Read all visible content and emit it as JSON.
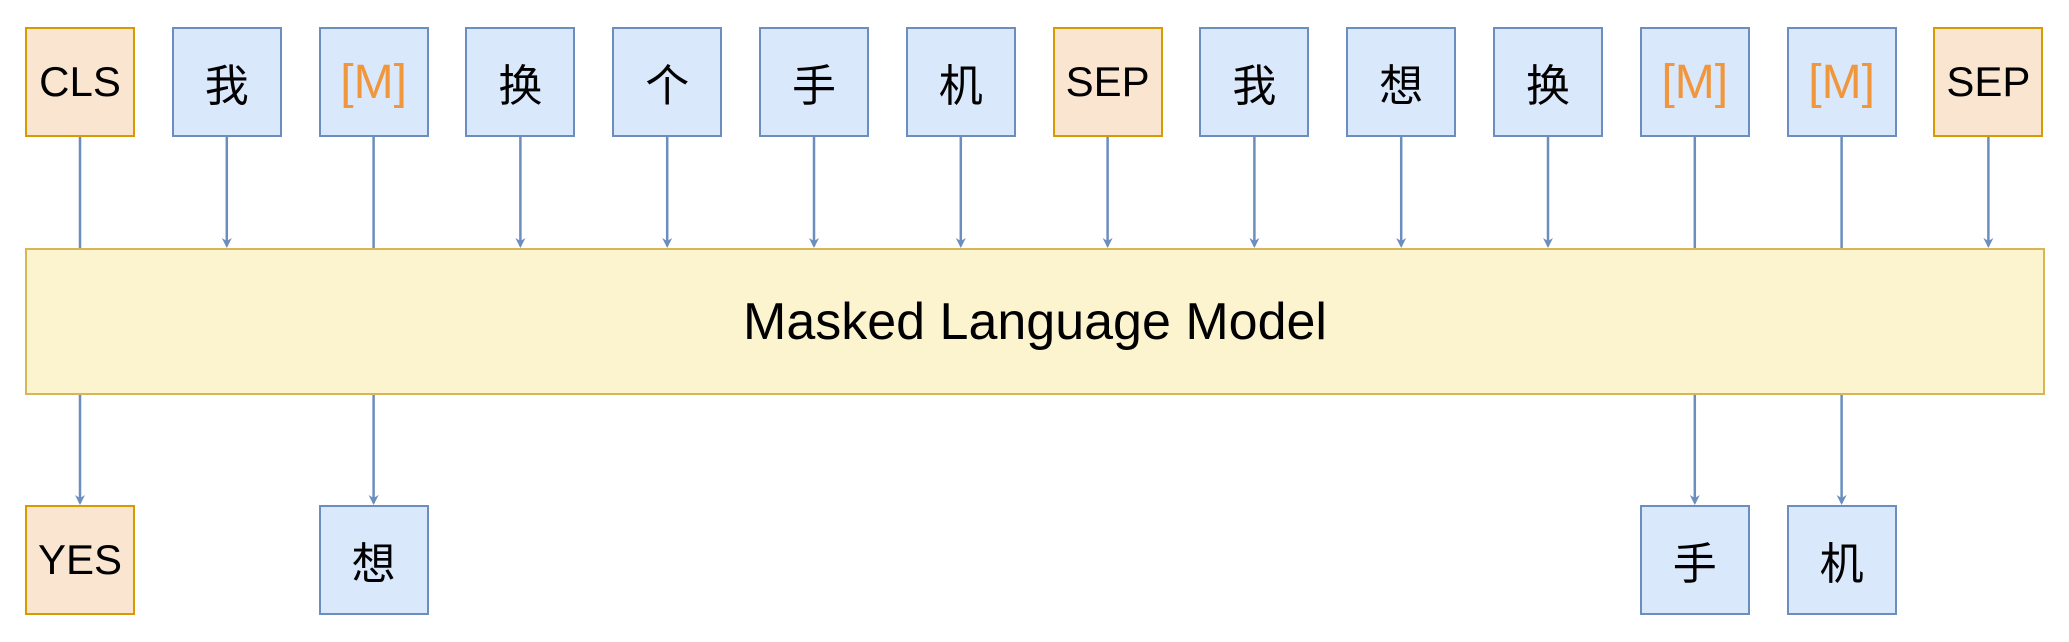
{
  "input_tokens": [
    {
      "text": "CLS",
      "kind": "special"
    },
    {
      "text": "我",
      "kind": "normal"
    },
    {
      "text": "[M]",
      "kind": "mask"
    },
    {
      "text": "换",
      "kind": "normal"
    },
    {
      "text": "个",
      "kind": "normal"
    },
    {
      "text": "手",
      "kind": "normal"
    },
    {
      "text": "机",
      "kind": "normal"
    },
    {
      "text": "SEP",
      "kind": "special"
    },
    {
      "text": "我",
      "kind": "normal"
    },
    {
      "text": "想",
      "kind": "normal"
    },
    {
      "text": "换",
      "kind": "normal"
    },
    {
      "text": "[M]",
      "kind": "mask"
    },
    {
      "text": "[M]",
      "kind": "mask"
    },
    {
      "text": "SEP",
      "kind": "special"
    }
  ],
  "model": {
    "label": "Masked Language Model"
  },
  "outputs": [
    {
      "text": "YES",
      "kind": "special",
      "column": 0
    },
    {
      "text": "想",
      "kind": "normal",
      "column": 2
    },
    {
      "text": "手",
      "kind": "normal",
      "column": 11
    },
    {
      "text": "机",
      "kind": "normal",
      "column": 12
    }
  ],
  "colors": {
    "token_fill": "#dae8fc",
    "token_border": "#6c8ebf",
    "special_fill": "#fae6d0",
    "special_border": "#d79b00",
    "mask_text": "#f0963c",
    "model_fill": "#fcf3cf",
    "model_border": "#d6b656",
    "arrow": "#6c8ebf"
  }
}
